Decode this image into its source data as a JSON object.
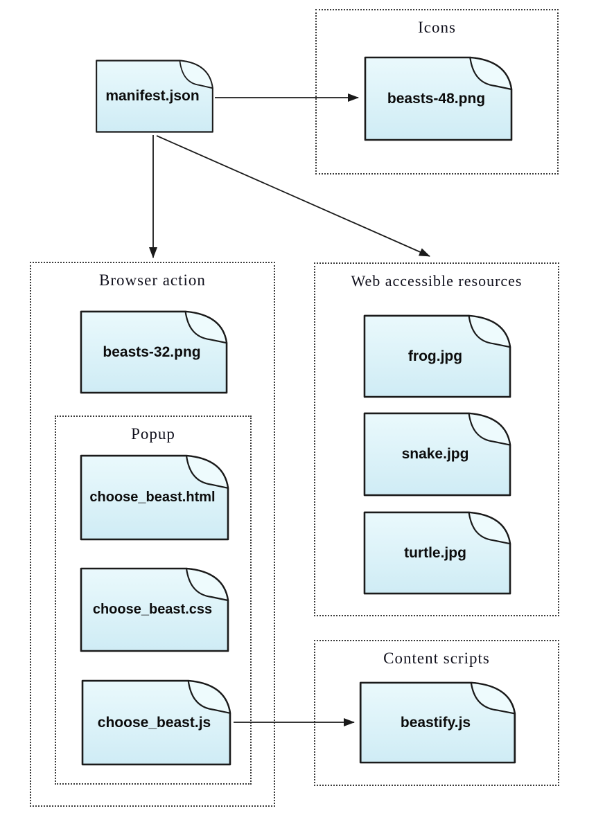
{
  "diagram": {
    "root_file": {
      "label": "manifest.json"
    },
    "groups": [
      {
        "id": "icons",
        "title": "Icons",
        "files": [
          {
            "label": "beasts-48.png"
          }
        ]
      },
      {
        "id": "browser-action",
        "title": "Browser action",
        "files": [
          {
            "label": "beasts-32.png"
          }
        ],
        "subgroup": {
          "title": "Popup",
          "files": [
            {
              "label": "choose_beast.html"
            },
            {
              "label": "choose_beast.css"
            },
            {
              "label": "choose_beast.js"
            }
          ]
        }
      },
      {
        "id": "web-accessible-resources",
        "title": "Web accessible resources",
        "files": [
          {
            "label": "frog.jpg"
          },
          {
            "label": "snake.jpg"
          },
          {
            "label": "turtle.jpg"
          }
        ]
      },
      {
        "id": "content-scripts",
        "title": "Content scripts",
        "files": [
          {
            "label": "beastify.js"
          }
        ]
      }
    ],
    "edges": [
      {
        "from": "manifest.json",
        "to": "beasts-48.png"
      },
      {
        "from": "manifest.json",
        "to": "Browser action"
      },
      {
        "from": "manifest.json",
        "to": "Web accessible resources"
      },
      {
        "from": "choose_beast.js",
        "to": "beastify.js"
      }
    ],
    "colors": {
      "file_fill_top": "#eaf9fc",
      "file_fill_bottom": "#cfecf5",
      "file_border": "#1a1a1a",
      "group_border": "#3a3a3a",
      "arrow": "#1a1a1a"
    }
  }
}
